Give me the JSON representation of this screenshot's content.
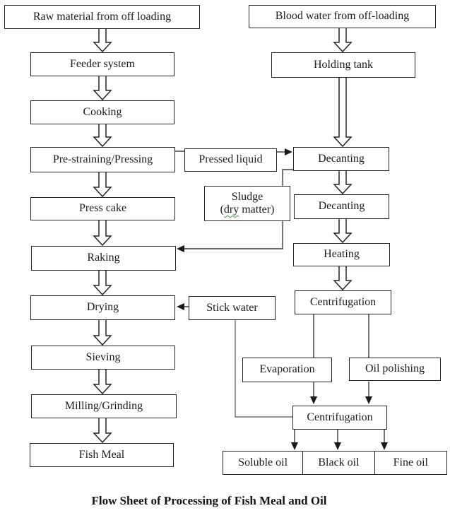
{
  "diagram": {
    "caption": "Flow Sheet of Processing of Fish Meal and Oil",
    "nodes": {
      "raw_material": "Raw material from off loading",
      "feeder_system": "Feeder system",
      "cooking": "Cooking",
      "pre_straining": "Pre-straining/Pressing",
      "press_cake": "Press cake",
      "raking": "Raking",
      "drying": "Drying",
      "sieving": "Sieving",
      "milling_grinding": "Milling/Grinding",
      "fish_meal": "Fish Meal",
      "pressed_liquid": "Pressed liquid",
      "sludge_line1": "Sludge",
      "sludge_line2_open": "(",
      "sludge_line2_word": "dry",
      "sludge_line2_rest": " matter)",
      "stick_water": "Stick water",
      "blood_water": "Blood water from off-loading",
      "holding_tank": "Holding tank",
      "decanting_1": "Decanting",
      "decanting_2": "Decanting",
      "heating": "Heating",
      "centrifugation_1": "Centrifugation",
      "evaporation": "Evaporation",
      "oil_polishing": "Oil polishing",
      "centrifugation_2": "Centrifugation",
      "soluble_oil": "Soluble oil",
      "black_oil": "Black oil",
      "fine_oil": "Fine oil"
    },
    "colors": {
      "box_border": "#242424",
      "connector_line": "#3a3a3a",
      "arrowhead_fill": "#1a1a1a",
      "spellcheck_underline": "#44a044",
      "background": "#fdfdfd",
      "text": "#1c1c1c"
    }
  }
}
